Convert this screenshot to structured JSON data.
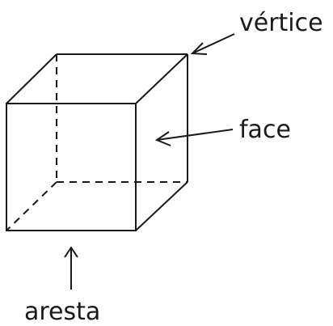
{
  "labels": {
    "vertex": "vértice",
    "face": "face",
    "edge": "aresta"
  },
  "style": {
    "line_color": "#1a1a1a",
    "background": "#ffffff"
  }
}
